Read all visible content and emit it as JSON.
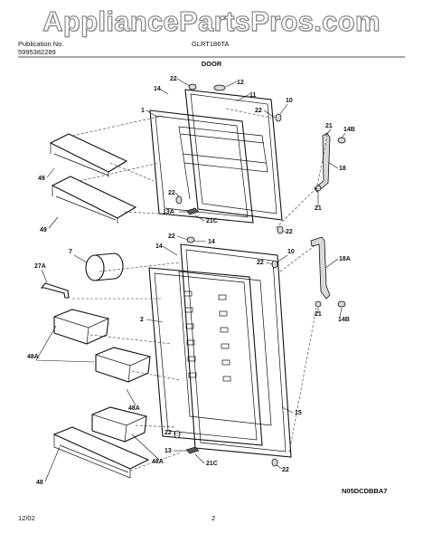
{
  "watermark": "AppliancePartsPros.com",
  "header": {
    "publication_label": "Publication No.",
    "publication_number": "5995382289",
    "model": "GLRT186TA"
  },
  "section_title": "DOOR",
  "footer": {
    "date": "12/02",
    "page": "2",
    "diagram_code": "N05DCDBBA7"
  },
  "callouts": {
    "c22a": "22",
    "c12": "12",
    "c14a": "14",
    "c11": "11",
    "c10a": "10",
    "c22b": "22",
    "c1": "1",
    "c21a": "21",
    "c14Ba": "14B",
    "c49a": "49",
    "c18": "18",
    "c22c": "22",
    "c49b": "49",
    "c13A": "13A",
    "c21Ca": "21C",
    "c21b": "21",
    "c22d": "22",
    "c22e": "22",
    "c14b": "14",
    "c14c": "14",
    "c7": "7",
    "c10b": "10",
    "c22f": "22",
    "c18A": "18A",
    "c27A": "27A",
    "c2": "2",
    "c21c": "21",
    "c14Bb": "14B",
    "c48Aa": "48A",
    "c48Ab": "48A",
    "c48Ac": "48A",
    "c15": "15",
    "c22g": "22",
    "c13": "13",
    "c48": "48",
    "c21Cb": "21C",
    "c22h": "22"
  }
}
